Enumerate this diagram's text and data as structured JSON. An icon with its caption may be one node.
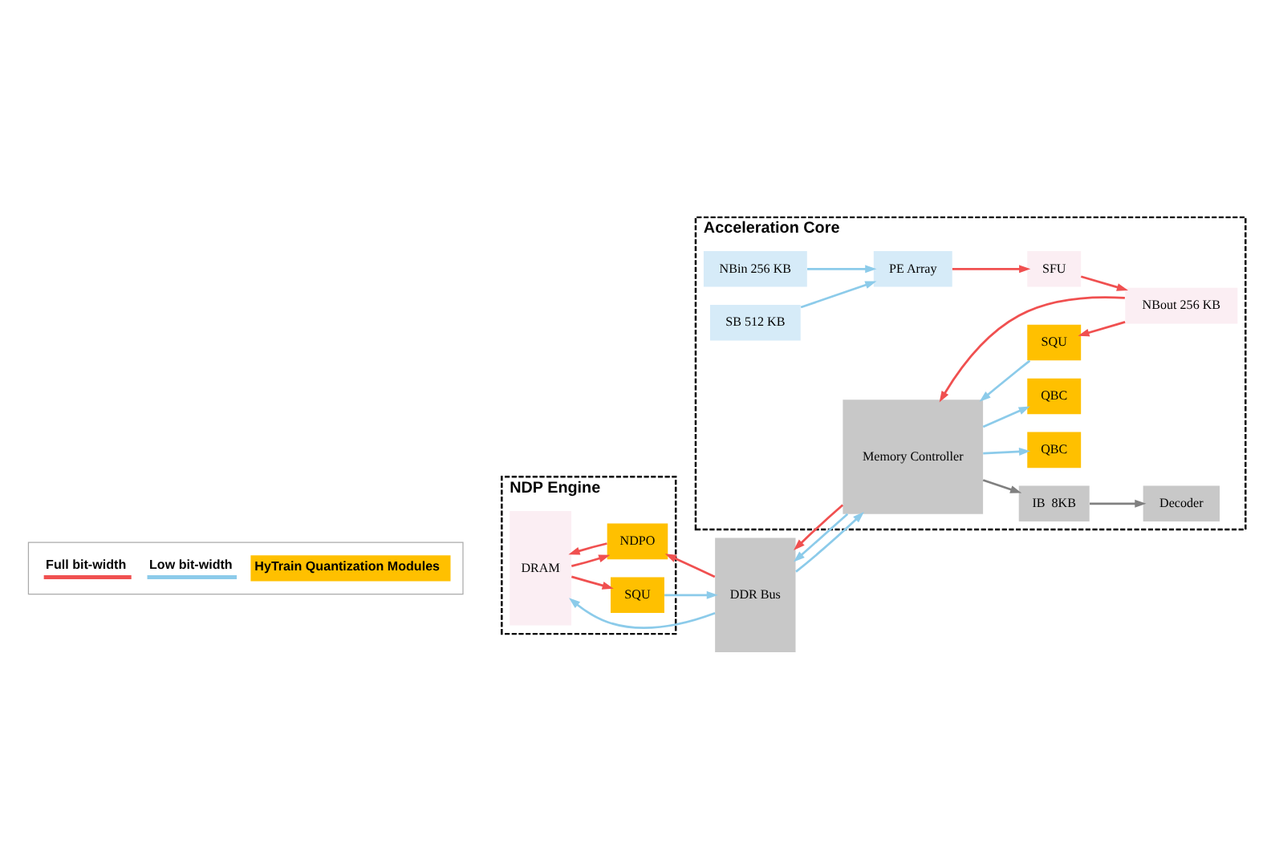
{
  "diagram": {
    "nodes": [
      {
        "text": [
          "NDP Engine"
        ]
      },
      {
        "text": [
          "DRAM"
        ],
        "in": 0
      },
      {
        "text": [
          "SQU"
        ],
        "in": 0
      },
      {
        "text": [
          "NDPO"
        ],
        "in": 0
      },
      {
        "text": [
          "DDR Bus"
        ]
      },
      {
        "text": [
          "Acceleration Core"
        ]
      },
      {
        "text": [
          "Memory Controller"
        ],
        "in": 5
      },
      {
        "text": [
          "IB  8KB"
        ],
        "in": 5
      },
      {
        "text": [
          "Decoder"
        ],
        "in": 5
      },
      {
        "text": [
          "QBC"
        ],
        "in": 5
      },
      {
        "text": [
          "NBin 256 KB"
        ],
        "in": 5
      },
      {
        "text": [
          "QBC"
        ],
        "in": 5
      },
      {
        "text": [
          "SB 512 KB"
        ],
        "in": 5
      },
      {
        "text": [
          "PE Array"
        ],
        "in": 5
      },
      {
        "text": [
          "SFU"
        ],
        "in": 5
      },
      {
        "text": [
          "SQU"
        ],
        "in": 5
      },
      {
        "text": [
          "NBout 256 KB"
        ],
        "in": 5
      }
    ],
    "edges": [
      {
        "from": 1,
        "to": 2,
        "arrow": "to",
        "color": "#f05050"
      },
      {
        "from": 2,
        "to": 4,
        "arrow": "to",
        "color": "#8ccbea"
      },
      {
        "from": 4,
        "to": 6,
        "arrow": "to",
        "color": "#8ccbea"
      },
      {
        "from": 6,
        "to": 4,
        "arrow": "to",
        "color": "#8ccbea"
      },
      {
        "from": 4,
        "to": 1,
        "arrow": "to",
        "color": "#8ccbea"
      },
      {
        "from": 1,
        "to": 3,
        "arrow": "to",
        "color": "#f05050"
      },
      {
        "from": 3,
        "to": 1,
        "arrow": "to",
        "color": "#f05050"
      },
      {
        "from": 6,
        "to": 4,
        "arrow": "to",
        "color": "#f05050"
      },
      {
        "from": 4,
        "to": 3,
        "arrow": "to",
        "color": "#f05050"
      },
      {
        "from": 6,
        "to": 7,
        "arrow": "to",
        "color": "#808080"
      },
      {
        "from": 7,
        "to": 8,
        "arrow": "to",
        "color": "#808080"
      },
      {
        "from": 6,
        "to": 9,
        "arrow": "to",
        "color": "#8ccbea"
      },
      {
        "from": 6,
        "to": 11,
        "arrow": "to",
        "color": "#8ccbea"
      },
      {
        "from": 10,
        "to": 13,
        "arrow": "to",
        "color": "#8ccbea"
      },
      {
        "from": 12,
        "to": 13,
        "arrow": "to",
        "color": "#8ccbea"
      },
      {
        "from": 13,
        "to": 14,
        "arrow": "to",
        "color": "#f05050"
      },
      {
        "from": 14,
        "to": 16,
        "arrow": "to",
        "color": "#f05050"
      },
      {
        "from": 16,
        "to": 15,
        "arrow": "to",
        "color": "#f05050"
      },
      {
        "from": 15,
        "to": 6,
        "arrow": "to",
        "color": "#8ccbea"
      },
      {
        "from": 16,
        "to": 6,
        "arrow": "to",
        "color": "#f05050"
      }
    ],
    "legend": [
      {
        "text": "Full bit-width"
      },
      {
        "text": "Low bit-width"
      },
      {
        "text": "HyTrain Quantization Modules",
        "color": "#ffc000"
      }
    ]
  }
}
